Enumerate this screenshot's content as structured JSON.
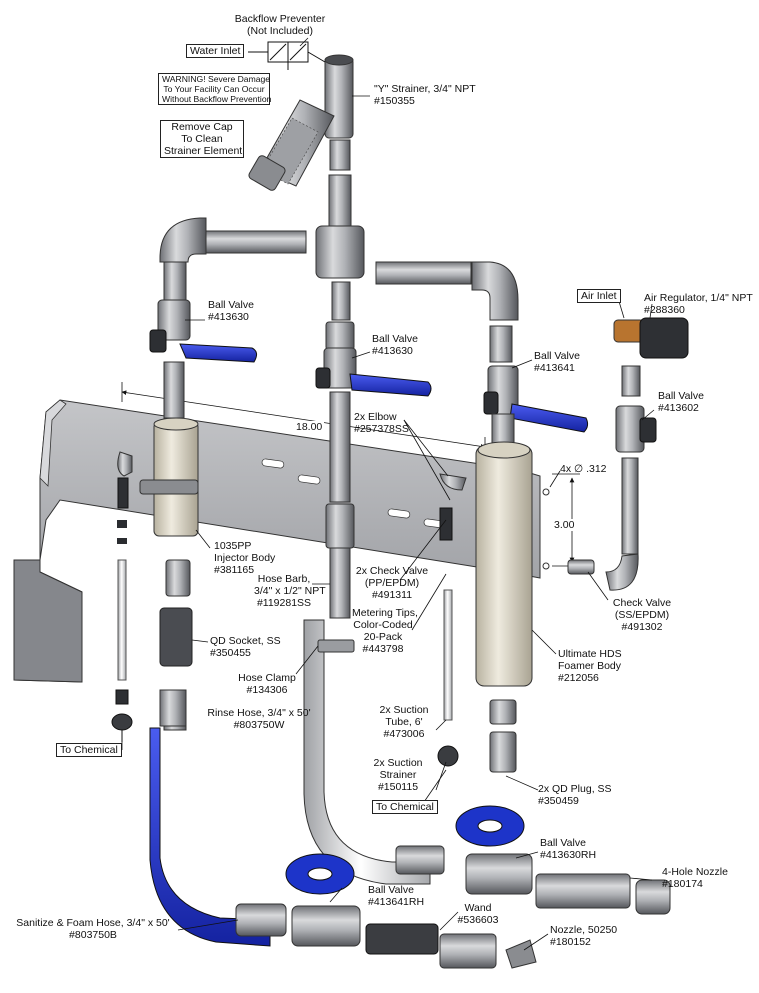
{
  "backflow_preventer": [
    "Backflow Preventer",
    "(Not Included)"
  ],
  "water_inlet": "Water Inlet",
  "warning": [
    "WARNING! Severe Damage",
    "To Your Facility Can Occur",
    "Without Backflow Prevention"
  ],
  "remove_cap": [
    "Remove Cap",
    "To Clean",
    "Strainer Element"
  ],
  "y_strainer": [
    "\"Y\" Strainer, 3/4\" NPT",
    "#150355"
  ],
  "ball_valve_left": [
    "Ball Valve",
    "#413630"
  ],
  "ball_valve_center": [
    "Ball Valve",
    "#413630"
  ],
  "ball_valve_right": [
    "Ball Valve",
    "#413641"
  ],
  "air_inlet": "Air Inlet",
  "air_regulator": [
    "Air Regulator, 1/4\" NPT",
    "#288360"
  ],
  "ball_valve_air": [
    "Ball Valve",
    "#413602"
  ],
  "dim_width": "18.00",
  "elbow": [
    "2x Elbow",
    "#257378SS"
  ],
  "dim_holes": "4x ∅ .312",
  "dim_height": "3.00",
  "injector_body": [
    "1035PP",
    "Injector Body",
    "#381165"
  ],
  "hose_barb": [
    "Hose Barb,",
    "3/4\" x 1/2\" NPT",
    "#119281SS"
  ],
  "check_valve_pp": [
    "2x Check Valve",
    "(PP/EPDM)",
    "#491311"
  ],
  "metering_tips": [
    "Metering Tips,",
    "Color-Coded",
    "20-Pack",
    "#443798"
  ],
  "check_valve_ss": [
    "Check Valve",
    "(SS/EPDM)",
    "#491302"
  ],
  "qd_socket": [
    "QD Socket, SS",
    "#350455"
  ],
  "hose_clamp": [
    "Hose Clamp",
    "#134306"
  ],
  "rinse_hose": [
    "Rinse Hose, 3/4\" x 50'",
    "#803750W"
  ],
  "foamer_body": [
    "Ultimate HDS",
    "Foamer Body",
    "#212056"
  ],
  "suction_tube": [
    "2x Suction",
    "Tube, 6'",
    "#473006"
  ],
  "to_chemical_left": "To Chemical",
  "suction_strainer": [
    "2x Suction",
    "Strainer",
    "#150115"
  ],
  "to_chemical_right": "To Chemical",
  "qd_plug": [
    "2x QD Plug, SS",
    "#350459"
  ],
  "ball_valve_rh_right": [
    "Ball Valve",
    "#413630RH"
  ],
  "four_hole_nozzle": [
    "4-Hole Nozzle",
    "#180174"
  ],
  "ball_valve_rh_left": [
    "Ball Valve",
    "#413641RH"
  ],
  "wand": [
    "Wand",
    "#536603"
  ],
  "foam_hose": [
    "Sanitize & Foam Hose, 3/4\" x 50'",
    "#803750B"
  ],
  "nozzle": [
    "Nozzle, 50250",
    "#180152"
  ],
  "colors": {
    "steel": "#b9babd",
    "steel_dark": "#7d7f84",
    "handle_blue": "#1d34c9",
    "body_beige": "#e5e0cf",
    "air_brass": "#b8742f"
  }
}
